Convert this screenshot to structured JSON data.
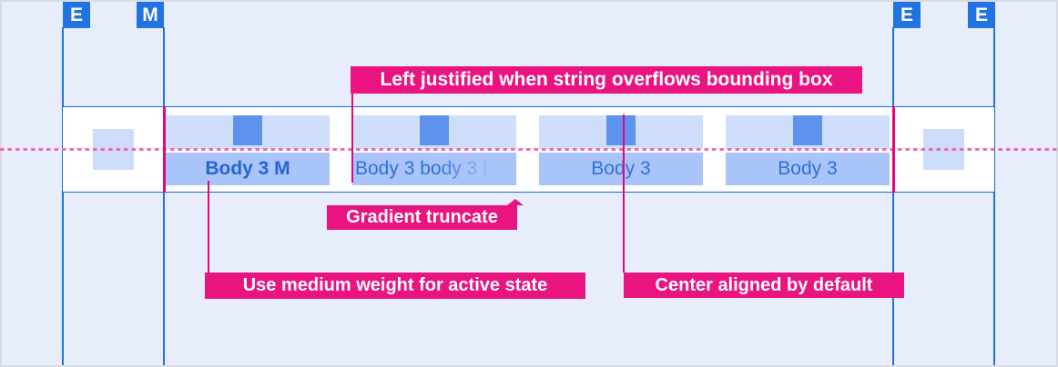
{
  "markers": [
    {
      "label": "E"
    },
    {
      "label": "M"
    },
    {
      "label": "E"
    },
    {
      "label": "E"
    }
  ],
  "tabs": [
    {
      "label": "Body 3 M",
      "state": "active"
    },
    {
      "label": "Body 3 body 3 b",
      "state": "gradient-truncated"
    },
    {
      "label": "Body 3",
      "state": "default"
    },
    {
      "label": "Body 3",
      "state": "default"
    }
  ],
  "annotations": {
    "left_justified": "Left justified when string overflows bounding box",
    "gradient_truncate": "Gradient truncate",
    "medium_weight": "Use medium weight for active state",
    "center_aligned": "Center aligned by default"
  },
  "colors": {
    "bg": "#e8edfb",
    "frame_border": "#d7dbe2",
    "guide_blue": "#2173e2",
    "bar_border": "#1b67dd",
    "tab_top": "#cfdffb",
    "tab_icon": "#5d92ef",
    "tab_bottom": "#a9c4f8",
    "tab_text": "#316fdd",
    "tab_text_active": "#2a63d4",
    "pink_label": "#ea1380",
    "pink_leader": "#e4067e",
    "pink_dash": "#f06ab2",
    "square": "#cddcf9"
  }
}
